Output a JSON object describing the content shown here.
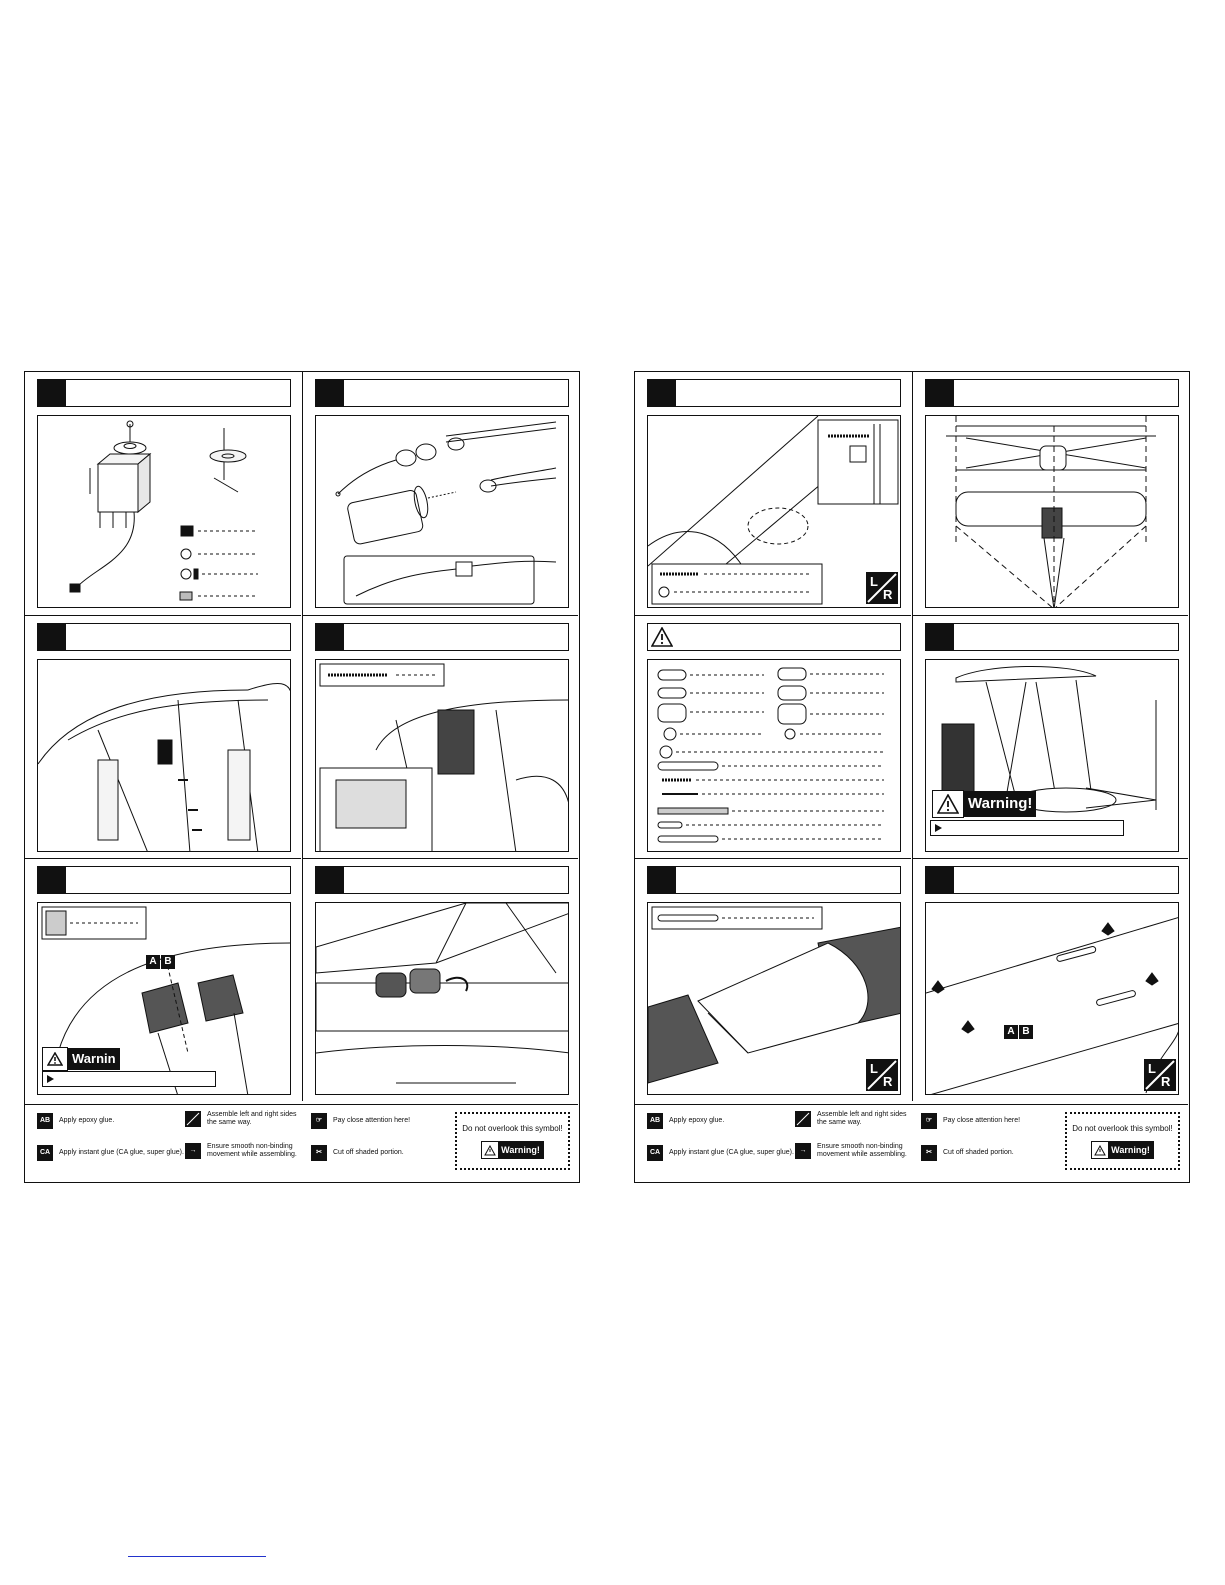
{
  "legend": {
    "epoxy": "Apply epoxy glue.",
    "ca": "Apply instant glue (CA glue, super glue).",
    "ca_icon": "CA",
    "ab_icon": [
      "A",
      "B"
    ],
    "lr": "Assemble left and right sides the same way.",
    "smooth": "Ensure smooth non-binding movement while assembling.",
    "attention": "Pay close attention here!",
    "cut": "Cut off shaded portion.",
    "overlook": "Do not overlook this symbol!",
    "warning_badge": "Warning!"
  },
  "figure_labels": {
    "warning_full": "Warning!",
    "warning_cropped": "Warnin",
    "lr_l": "L",
    "lr_r": "R",
    "ab": [
      "A",
      "B"
    ]
  },
  "icons": [
    "warning-triangle-icon",
    "epoxy-icon",
    "ca-icon",
    "lr-icon",
    "smooth-arrow-icon",
    "pointing-hand-icon",
    "cut-icon"
  ]
}
